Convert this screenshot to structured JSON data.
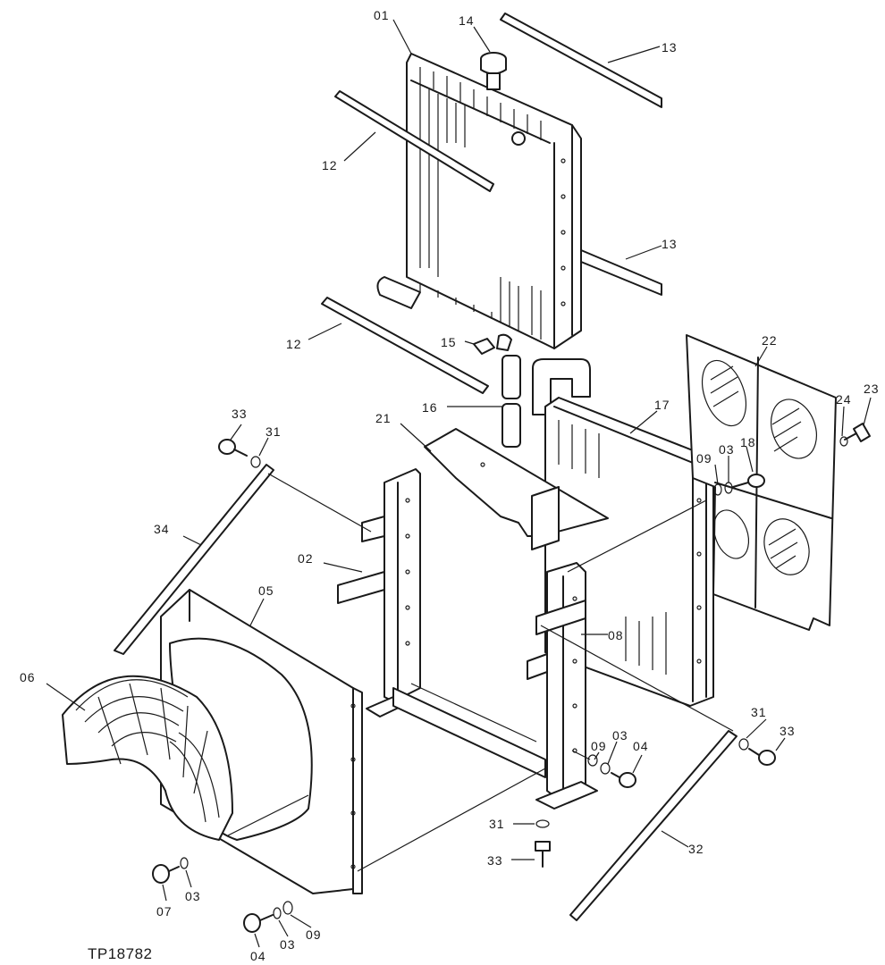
{
  "figure_id": "TP18782",
  "callouts": {
    "c01": "01",
    "c02": "02",
    "c03a": "03",
    "c03b": "03",
    "c03c": "03",
    "c03d": "03",
    "c04a": "04",
    "c04b": "04",
    "c05": "05",
    "c06": "06",
    "c07": "07",
    "c08": "08",
    "c09a": "09",
    "c09b": "09",
    "c09c": "09",
    "c12a": "12",
    "c12b": "12",
    "c13a": "13",
    "c13b": "13",
    "c14": "14",
    "c15": "15",
    "c16": "16",
    "c17": "17",
    "c18": "18",
    "c21": "21",
    "c22": "22",
    "c23": "23",
    "c24": "24",
    "c31a": "31",
    "c31b": "31",
    "c31c": "31",
    "c32": "32",
    "c33a": "33",
    "c33b": "33",
    "c33c": "33",
    "c34": "34"
  }
}
